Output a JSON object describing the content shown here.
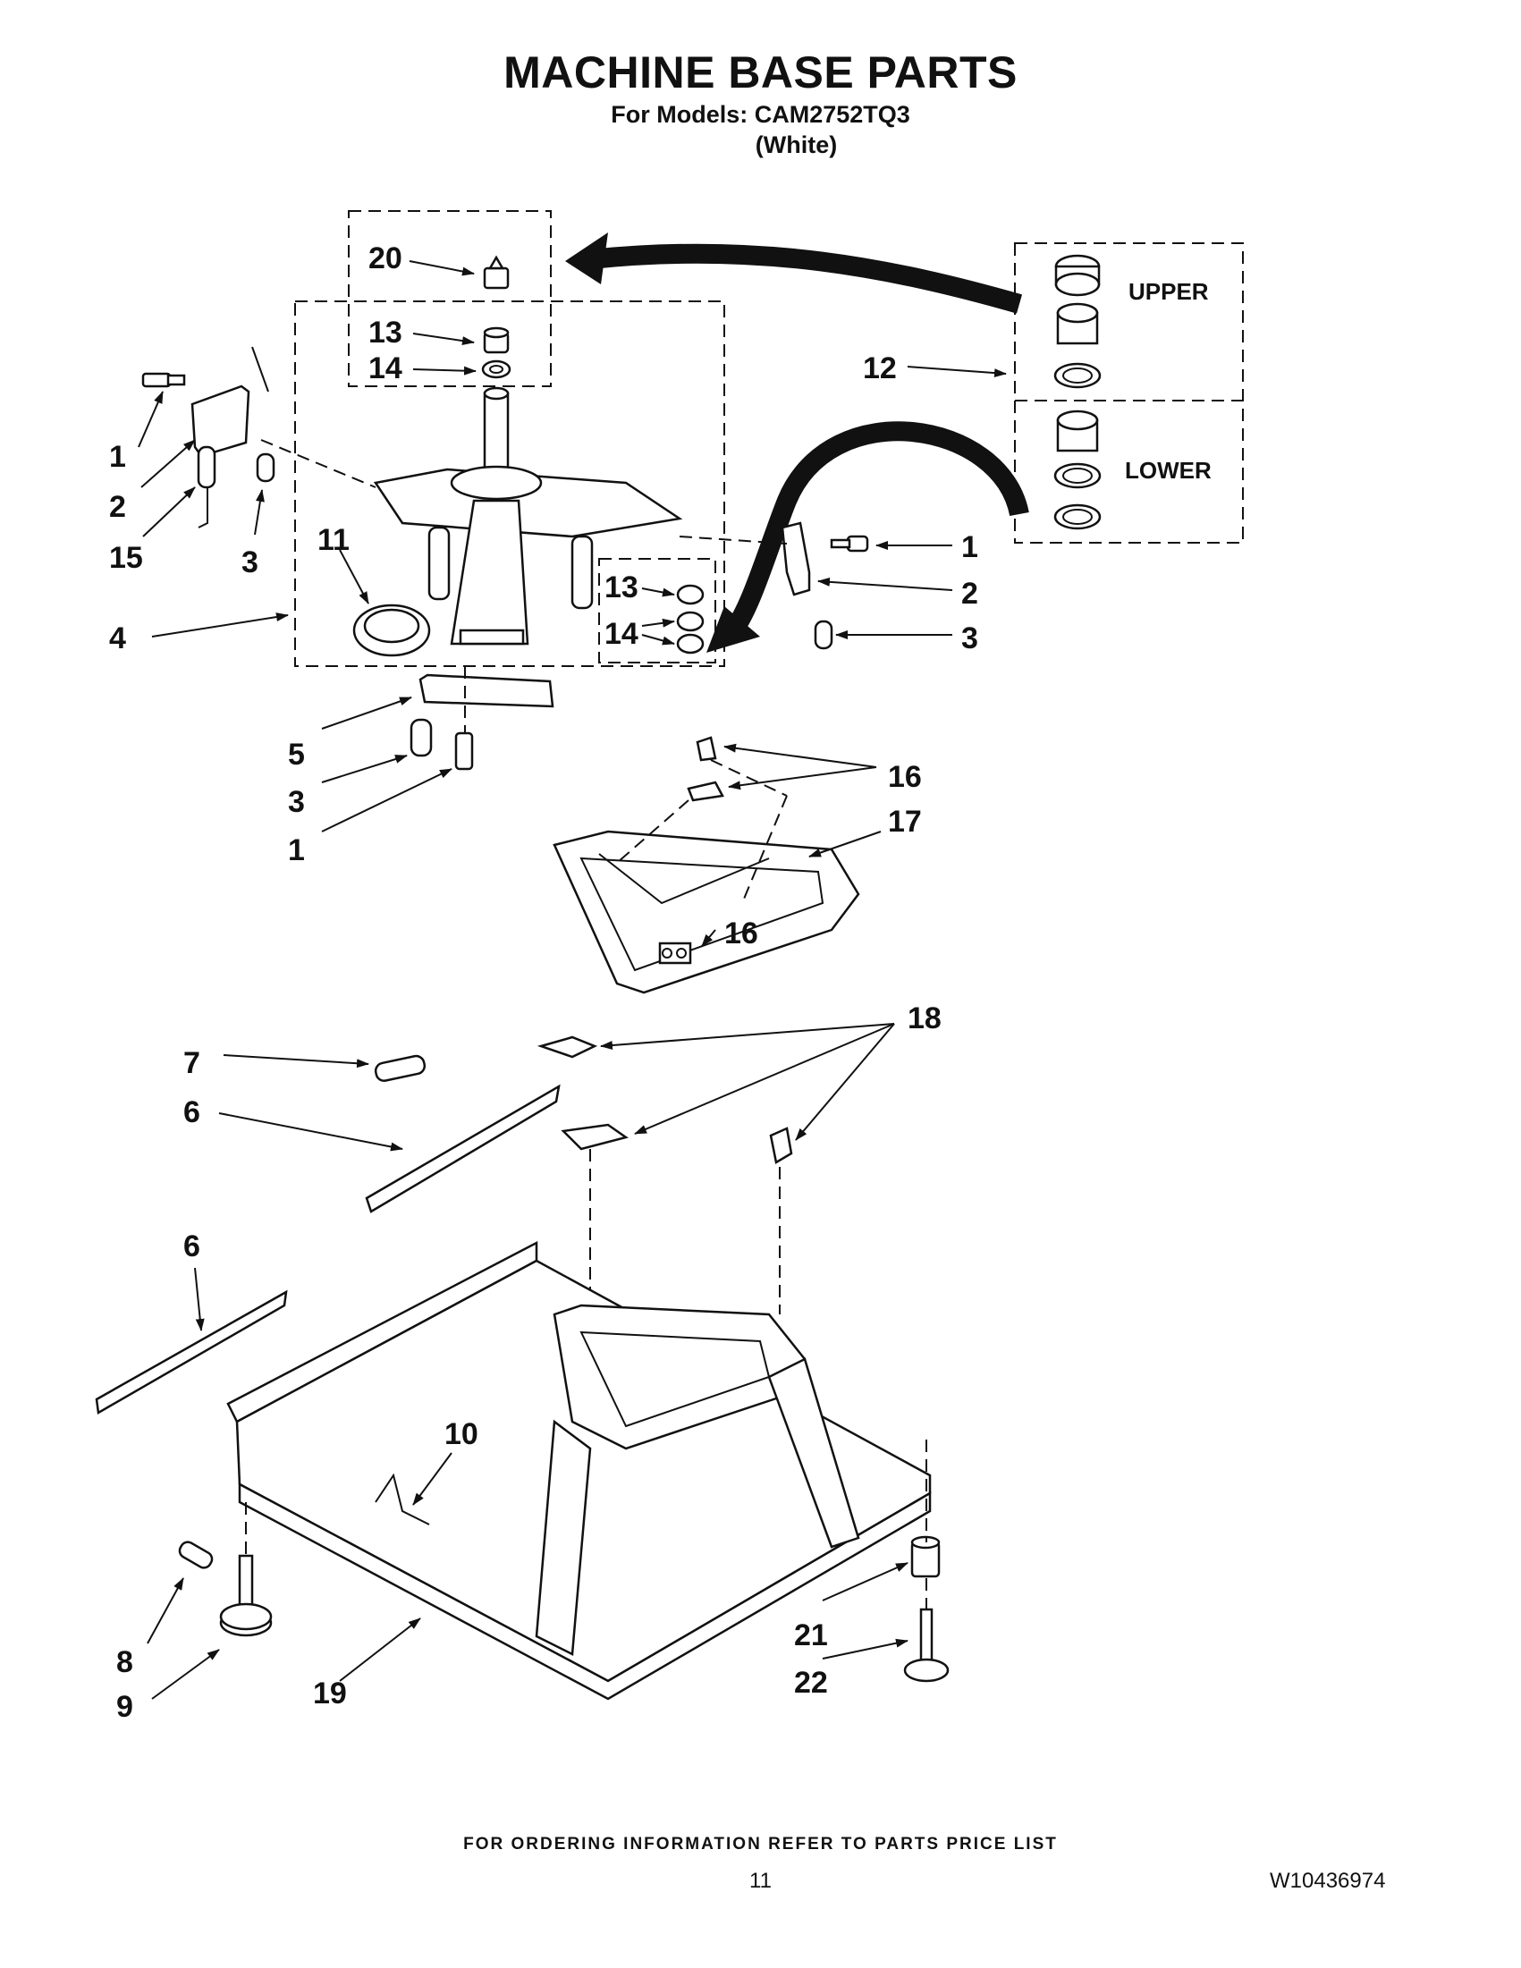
{
  "header": {
    "title": "MACHINE BASE PARTS",
    "models_line": "For Models: CAM2752TQ3",
    "color_line": "(White)"
  },
  "boxes": {
    "upper_label": "UPPER",
    "lower_label": "LOWER"
  },
  "callouts": {
    "c20": "20",
    "c13a": "13",
    "c14a": "14",
    "c12": "12",
    "c1a": "1",
    "c2a": "2",
    "c15": "15",
    "c3a": "3",
    "c11": "11",
    "c4": "4",
    "c1b": "1",
    "c2b": "2",
    "c3b": "3",
    "c13b": "13",
    "c14b": "14",
    "c5": "5",
    "c3c": "3",
    "c1c": "1",
    "c16a": "16",
    "c17": "17",
    "c16b": "16",
    "c18": "18",
    "c7": "7",
    "c6a": "6",
    "c6b": "6",
    "c10": "10",
    "c8": "8",
    "c9": "9",
    "c19": "19",
    "c21": "21",
    "c22": "22"
  },
  "footer": {
    "note": "FOR ORDERING INFORMATION REFER TO PARTS PRICE LIST",
    "page_number": "11",
    "document_number": "W10436974"
  }
}
